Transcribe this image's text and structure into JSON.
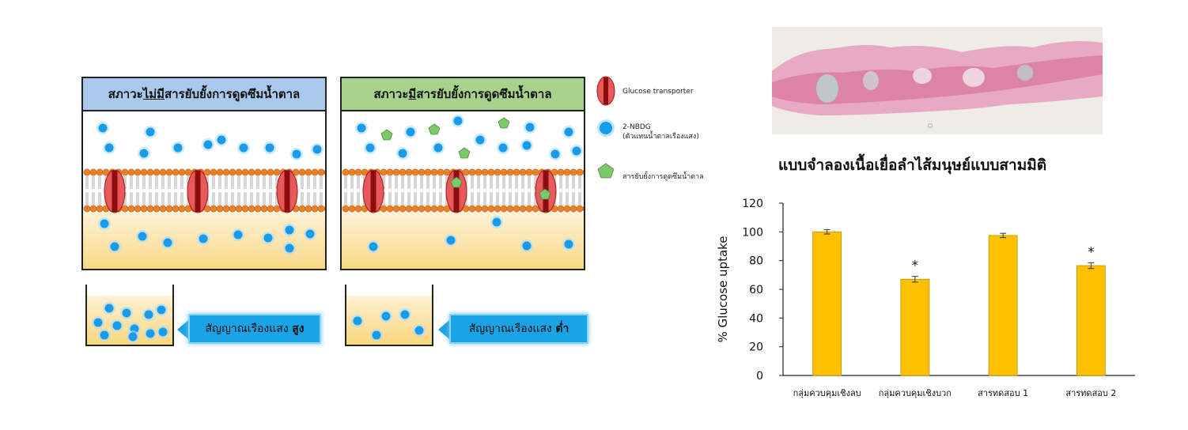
{
  "left_panel": {
    "header": "สภาวะไม่มีสารยับยั้งการดูดซึมน้ำตาล",
    "header_underlined": "ไม่มี",
    "header_color": "#a9c8ec",
    "signal_label": "สัญญาณเรืองแสง",
    "signal_level": "สูง"
  },
  "middle_panel": {
    "header": "สภาวะมีสารยับยั้งการดูดซึมน้ำตาล",
    "header_underlined": "มี",
    "header_color": "#a9d18e",
    "signal_label": "สัญญาณเรืองแสง",
    "signal_level": "ต่ำ"
  },
  "legend": {
    "transporter": "Glucose transporter",
    "nbdg_line1": "2-NBDG",
    "nbdg_line2": "(ตัวแทนน้ำตาลเรืองแสง)",
    "inhibitor": "สารยับยั้งการดูดซึมน้ำตาล"
  },
  "tissue_caption": "แบบจำลองเนื้อเยื่อลำไส้มนุษย์แบบสามมิติ",
  "colors": {
    "nbdg": "#1a9bea",
    "inhibitor": "#7cc96a",
    "transporter": "#e85a5a",
    "lipid_head": "#e8802a",
    "bar": "#ffc000",
    "bottom_gradient_top": "#fdf1d4",
    "bottom_gradient_bottom": "#f9d77e"
  },
  "chart_data": {
    "type": "bar",
    "categories": [
      "กลุ่มควบคุมเชิงลบ",
      "กลุ่มควบคุมเชิงบวก",
      "สารทดสอบ 1",
      "สารทดสอบ 2"
    ],
    "values": [
      100,
      67,
      97.5,
      76.5
    ],
    "errors": [
      1.5,
      2,
      1.5,
      2
    ],
    "significance": [
      "",
      "*",
      "",
      "*"
    ],
    "ylabel": "% Glucose uptake",
    "ylim": [
      0,
      120
    ],
    "yticks": [
      "0",
      "20",
      "40",
      "60",
      "80",
      "100",
      "120"
    ]
  }
}
